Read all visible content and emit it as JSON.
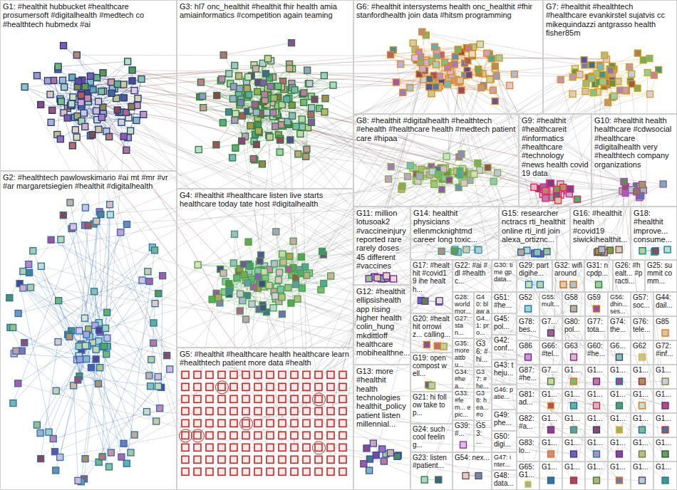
{
  "diagram": {
    "nodes": [
      {
        "text": [
          "G1: #healthit hubbucket #healthcare prosumersoft #digitalhealth #medtech co #healthtech hubmedx #ai"
        ]
      },
      {
        "text": [
          "G2: #healthtech pawlowskimario #ai mt #mr #vr #ar margaretsiegien #healthit #digitalhealth"
        ]
      },
      {
        "text": [
          "G3: hl7 onc_healthit #healthit fhir health amia amiainformatics #competition again teaming"
        ]
      },
      {
        "text": [
          "G4: #healthit #healthcare listen live starts healthcare today tate host #digitalhealth"
        ]
      },
      {
        "text": [
          "G5: #healthit #healthcare health healthcare learn #healthtech patient more data #health"
        ]
      },
      {
        "text": [
          "G6: #healthit intersystems health onc_healthit #fhir stanfordhealth join data #hitsm programming"
        ]
      },
      {
        "text": [
          "G7: #healthit #healthtech #healthcare evankirstel sujatvis cc mikequindazzi antgrasso health fisher85m"
        ]
      },
      {
        "text": [
          "G8: #healthit #digitalhealth #healthtech #ehealth #healthcare health #medtech patient care #hipaa"
        ]
      },
      {
        "text": [
          "G9: #healthit #healthcareit #informatics #healthcare #technology #news health covid 19 data"
        ]
      },
      {
        "text": [
          "G10: #healthit health healthcare #cdwsocial #healthcare #digitalhealth very #healthtech company organizations"
        ]
      },
      {
        "text": [
          "G11: million lotusoak2 #vaccineinjury reported rare rarely doses 45 different #vaccines"
        ]
      },
      {
        "text": [
          "G14: healthit physicians ellenmcknightmd career long toxic..."
        ]
      },
      {
        "text": [
          "G15: researcher nctracs rti_healthit online rti_intl join alexa_ortiznc..."
        ]
      },
      {
        "text": [
          "G16: #healthit health #covid19 siwickihealthit..."
        ]
      },
      {
        "text": [
          "G18: #healthit improve... consume..."
        ]
      },
      {
        "text": [
          "G12: #healthit ellipsishealth app rising higher health colin_hung mkdittloff healthcare mobihealthne..."
        ]
      },
      {
        "text": [
          "G13: more #healthit health technologies healthit_policy patient listen millennial..."
        ]
      },
      {
        "text": [
          "G17: #healthit #covid19 ihe health..."
        ]
      },
      {
        "text": [
          "G20: #healthit orrowiz... calling..."
        ]
      },
      {
        "text": [
          "G19: open compost well..."
        ]
      },
      {
        "text": [
          "G21: hi follow take top..."
        ]
      },
      {
        "text": [
          "G24: such cool feeling..."
        ]
      },
      {
        "text": [
          "G23: listen #patient..."
        ]
      },
      {
        "text": [
          "G22: #ai #dl #healthc..."
        ]
      },
      {
        "text": [
          "G28: world mor..."
        ]
      },
      {
        "text": [
          "G40: blaw atto..."
        ]
      },
      {
        "text": [
          "G27: stan..."
        ]
      },
      {
        "text": [
          "G41: pro... exp..."
        ]
      },
      {
        "text": [
          "G35: more attbu..."
        ]
      },
      {
        "text": [
          "G36: #hi..."
        ]
      },
      {
        "text": [
          "G34: #hea..."
        ]
      },
      {
        "text": [
          "G37: #he..."
        ]
      },
      {
        "text": [
          "G33: #fem... epic..."
        ]
      },
      {
        "text": [
          "G38: hea... #op..."
        ]
      },
      {
        "text": [
          "G39: #..."
        ]
      },
      {
        "text": [
          "G53: ..."
        ]
      },
      {
        "text": [
          "G54: nex..."
        ]
      },
      {
        "text": [
          "G30: time gp data..."
        ]
      },
      {
        "text": [
          "G51: #he..."
        ]
      },
      {
        "text": [
          "G45: pol..."
        ]
      },
      {
        "text": [
          "G42: conf..."
        ]
      },
      {
        "text": [
          "G43: theju..."
        ]
      },
      {
        "text": [
          "G46: patie..."
        ]
      },
      {
        "text": [
          "G49: phe..."
        ]
      },
      {
        "text": [
          "G50: digi..."
        ]
      },
      {
        "text": [
          "G47: inter..."
        ]
      },
      {
        "text": [
          "G48: data..."
        ]
      },
      {
        "text": [
          "G29: part digihe..."
        ]
      },
      {
        "text": [
          "G32: wifi around"
        ]
      },
      {
        "text": [
          "G31: ncpdp..."
        ]
      },
      {
        "text": [
          "G26: #healt... #practi..."
        ]
      },
      {
        "text": [
          "G25: summit comm..."
        ]
      },
      {
        "text": [
          "G52"
        ]
      },
      {
        "text": [
          "G55: mult..."
        ]
      },
      {
        "text": [
          "G58"
        ]
      },
      {
        "text": [
          "G59"
        ]
      },
      {
        "text": [
          "G56: dhin... ses..."
        ]
      },
      {
        "text": [
          "G57: soc..."
        ]
      },
      {
        "text": [
          "G44: dail..."
        ]
      },
      {
        "text": [
          "G78: bes..."
        ]
      },
      {
        "text": [
          "G7..."
        ]
      },
      {
        "text": [
          "G80: pol..."
        ]
      },
      {
        "text": [
          "G77: tota..."
        ]
      },
      {
        "text": [
          "G74: the..."
        ]
      },
      {
        "text": [
          "G76: tele..."
        ]
      },
      {
        "text": [
          "G85"
        ]
      },
      {
        "text": [
          "G86"
        ]
      },
      {
        "text": [
          "G66: #tel..."
        ]
      },
      {
        "text": [
          "G63"
        ]
      },
      {
        "text": [
          "G60: #he..."
        ]
      },
      {
        "text": [
          "G6..."
        ]
      },
      {
        "text": [
          "G62"
        ]
      },
      {
        "text": [
          "G72: #inf..."
        ]
      },
      {
        "text": [
          "G87: #he..."
        ]
      },
      {
        "text": [
          "G7..."
        ]
      },
      {
        "text": [
          "G1..."
        ]
      },
      {
        "text": [
          "G1..."
        ]
      },
      {
        "text": [
          "G1..."
        ]
      },
      {
        "text": [
          "G1..."
        ]
      },
      {
        "text": [
          "G1..."
        ]
      },
      {
        "text": [
          "G81: ad..."
        ]
      },
      {
        "text": [
          "G1..."
        ]
      },
      {
        "text": [
          "G1..."
        ]
      },
      {
        "text": [
          "G1..."
        ]
      },
      {
        "text": [
          "G1..."
        ]
      },
      {
        "text": [
          "G1..."
        ]
      },
      {
        "text": [
          "G1..."
        ]
      },
      {
        "text": [
          "G82: #a..."
        ]
      },
      {
        "text": [
          "G1..."
        ]
      },
      {
        "text": [
          "G1..."
        ]
      },
      {
        "text": [
          "G1..."
        ]
      },
      {
        "text": [
          "G1..."
        ]
      },
      {
        "text": [
          "G1..."
        ]
      },
      {
        "text": [
          "G1..."
        ]
      },
      {
        "text": [
          "G83: lo..."
        ]
      },
      {
        "text": [
          "G1..."
        ]
      },
      {
        "text": [
          "G1..."
        ]
      },
      {
        "text": [
          "G1..."
        ]
      },
      {
        "text": [
          "G1..."
        ]
      },
      {
        "text": [
          "G1..."
        ]
      },
      {
        "text": [
          "G1..."
        ]
      },
      {
        "text": [
          "G65: G1..."
        ]
      },
      {
        "text": [
          "G1..."
        ]
      },
      {
        "text": [
          "G1..."
        ]
      },
      {
        "text": [
          "G1..."
        ]
      },
      {
        "text": [
          "G1..."
        ]
      },
      {
        "text": [
          "G1..."
        ]
      },
      {
        "text": [
          "G1..."
        ]
      }
    ]
  }
}
